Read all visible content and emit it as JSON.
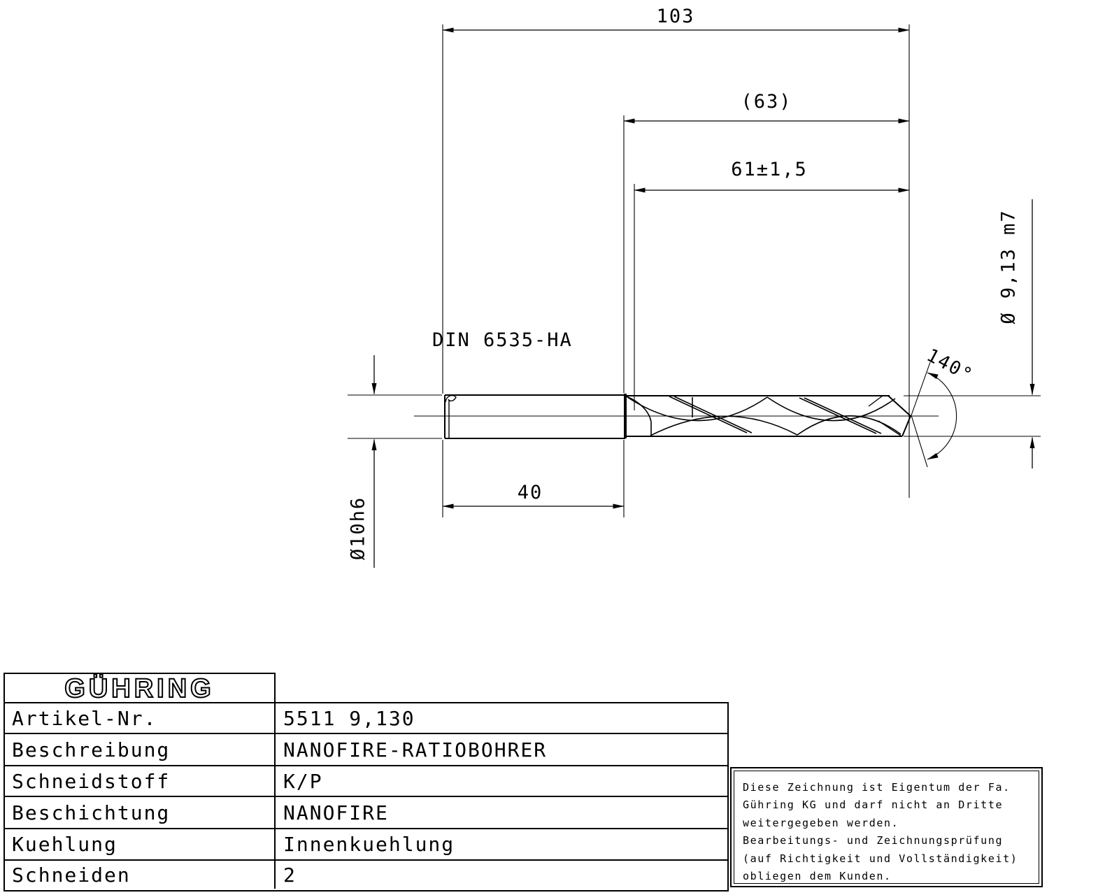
{
  "drawing": {
    "dim_overall_length": "103",
    "dim_flute_length_ref": "(63)",
    "dim_flute_length_tol": "61±1,5",
    "shank_standard": "DIN 6535-HA",
    "dim_shank_length": "40",
    "dim_shank_diameter": "Ø10h6",
    "dim_drill_diameter": "Ø 9,13 m7",
    "dim_point_angle": "140°",
    "ink_color": "#000000",
    "paper_color": "#ffffff"
  },
  "title_block": {
    "logo": "GÜHRING",
    "rows": [
      {
        "label": "Artikel-Nr.",
        "value": "5511 9,130"
      },
      {
        "label": "Beschreibung",
        "value": "NANOFIRE-RATIOBOHRER"
      },
      {
        "label": "Schneidstoff",
        "value": "K/P"
      },
      {
        "label": "Beschichtung",
        "value": "NANOFIRE"
      },
      {
        "label": "Kuehlung",
        "value": "Innenkuehlung"
      },
      {
        "label": "Schneiden",
        "value": "2"
      }
    ]
  },
  "notice": {
    "lines": [
      "Diese Zeichnung ist Eigentum der Fa.",
      "Gühring KG und darf nicht an Dritte",
      "weitergegeben werden.",
      "Bearbeitungs- und Zeichnungsprüfung",
      "(auf Richtigkeit und Vollständigkeit)",
      "obliegen dem Kunden."
    ]
  }
}
